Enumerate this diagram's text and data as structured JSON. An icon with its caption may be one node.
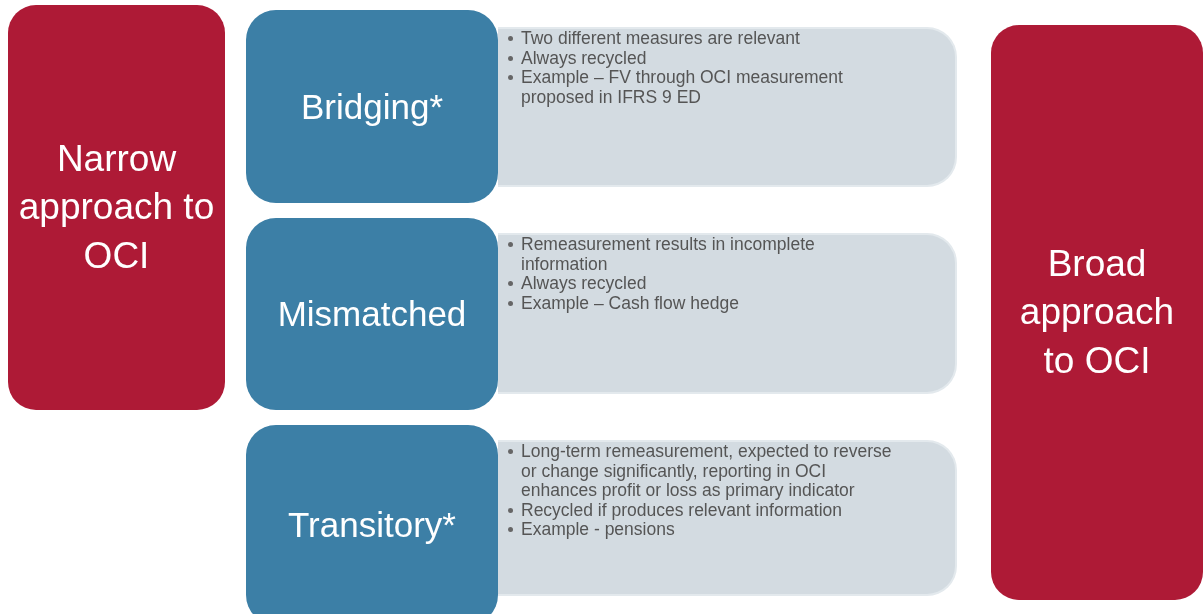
{
  "diagram": {
    "nodes": [
      {
        "text": [
          "Narrow approach to OCI"
        ]
      },
      {
        "text": [
          "Bridging*"
        ]
      },
      {
        "text": [
          "Two different measures are relevant",
          "Always recycled",
          "Example – FV through OCI measurement proposed in IFRS 9 ED"
        ]
      },
      {
        "text": [
          "Mismatched"
        ]
      },
      {
        "text": [
          "Remeasurement results in incomplete information",
          "Always recycled",
          "Example – Cash flow hedge"
        ]
      },
      {
        "text": [
          "Transitory*"
        ]
      },
      {
        "text": [
          "Long-term remeasurement, expected to reverse or change significantly, reporting in OCI enhances profit or loss as primary indicator",
          "Recycled if produces relevant information",
          "Example - pensions"
        ]
      },
      {
        "text": [
          "Broad approach to OCI"
        ]
      }
    ]
  }
}
